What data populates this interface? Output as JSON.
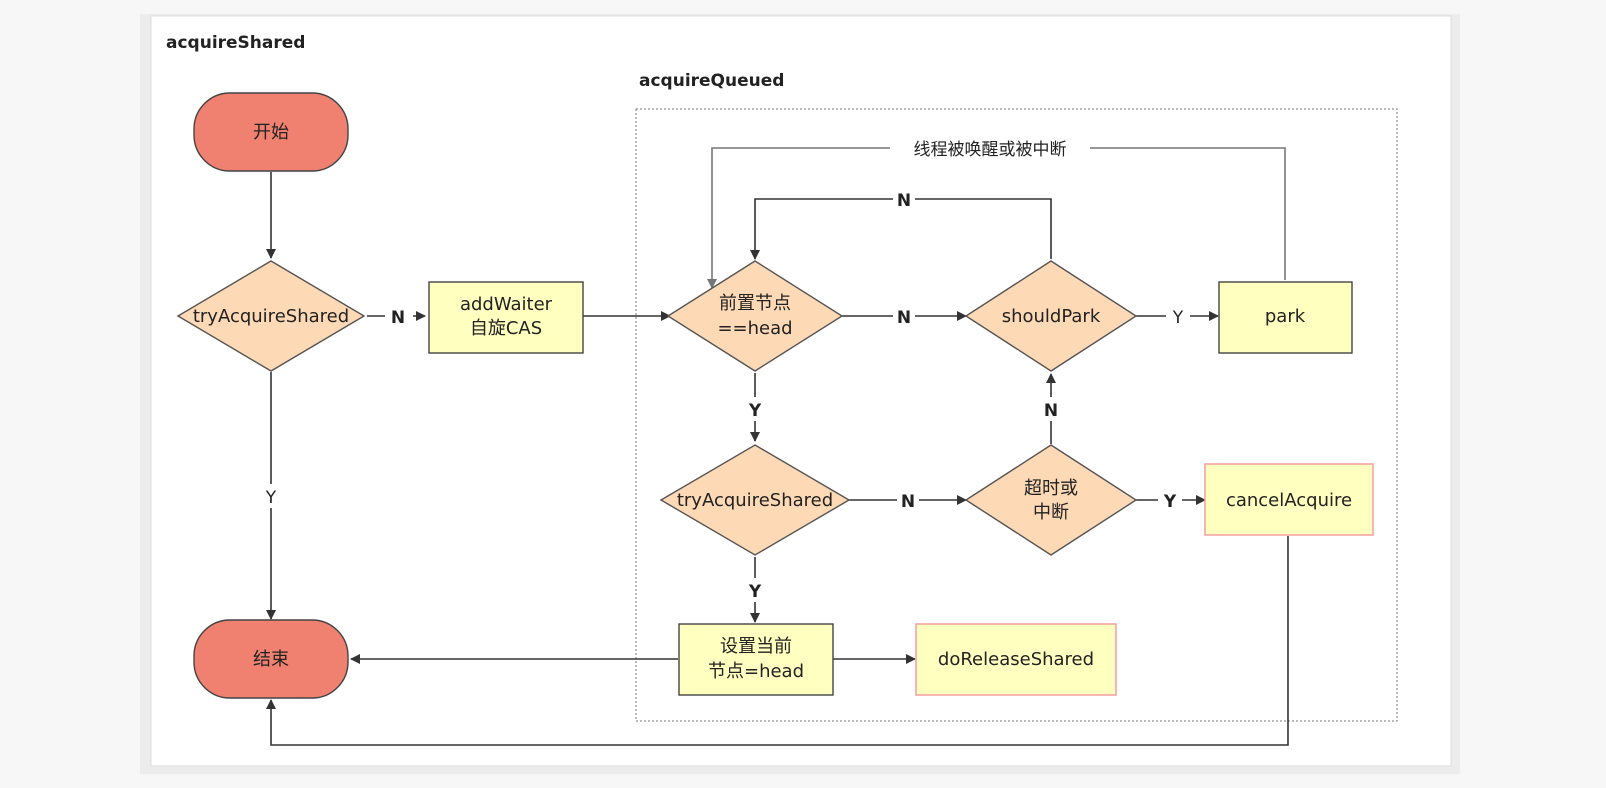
{
  "titles": {
    "outer": "acquireShared",
    "inner": "acquireQueued"
  },
  "nodes": {
    "start": "开始",
    "try_acquire_shared_outer": "tryAcquireShared",
    "add_waiter": [
      "addWaiter",
      "自旋CAS"
    ],
    "prev_is_head": [
      "前置节点",
      "==head"
    ],
    "should_park": "shouldPark",
    "park": "park",
    "try_acquire_shared_inner": "tryAcquireShared",
    "timeout_or_interrupt": [
      "超时或",
      "中断"
    ],
    "cancel_acquire": "cancelAcquire",
    "set_head": [
      "设置当前",
      "节点=head"
    ],
    "do_release_shared": "doReleaseShared",
    "end": "结束"
  },
  "edges": {
    "outer_n": "N",
    "outer_y": "Y",
    "prev_n": "N",
    "prev_y": "Y",
    "loop_n": "N",
    "park_y": "Y",
    "inner_try_n": "N",
    "inner_try_y": "Y",
    "timeout_n": "N",
    "timeout_y": "Y",
    "wakeup": "线程被唤醒或被中断"
  },
  "colors": {
    "terminal_fill": "#f08070",
    "decision_fill": "#fdd9b5",
    "process_fill": "#ffffc0",
    "highlight_border": "#f4a3a3",
    "line": "#333333",
    "muted_line": "#777777"
  }
}
